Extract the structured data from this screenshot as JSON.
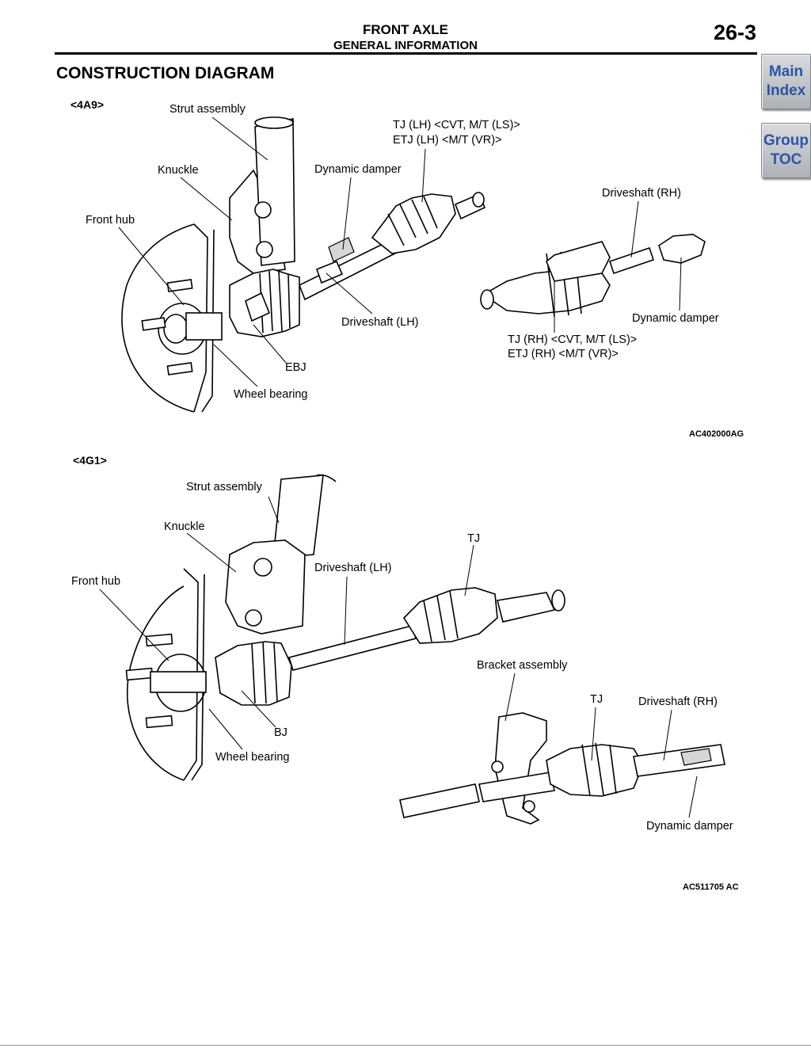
{
  "header": {
    "title": "FRONT AXLE",
    "subtitle": "GENERAL INFORMATION",
    "page_number": "26-3"
  },
  "nav": {
    "main_index": [
      "Main",
      "Index"
    ],
    "group_toc": [
      "Group",
      "TOC"
    ]
  },
  "section_title": "CONSTRUCTION DIAGRAM",
  "diagram_4a9": {
    "variant": "<4A9>",
    "labels": {
      "strut_assembly": "Strut assembly",
      "tj_lh_line1": "TJ (LH) <CVT, M/T (LS)>",
      "tj_lh_line2": "ETJ (LH) <M/T (VR)>",
      "knuckle": "Knuckle",
      "dynamic_damper_lh": "Dynamic damper",
      "driveshaft_rh": "Driveshaft (RH)",
      "front_hub": "Front hub",
      "driveshaft_lh": "Driveshaft (LH)",
      "dynamic_damper_rh": "Dynamic damper",
      "tj_rh_line1": "TJ (RH) <CVT, M/T (LS)>",
      "tj_rh_line2": "ETJ (RH) <M/T (VR)>",
      "ebj": "EBJ",
      "wheel_bearing": "Wheel bearing"
    },
    "code": "AC402000",
    "code_suffix": "AG"
  },
  "diagram_4g1": {
    "variant": "<4G1>",
    "labels": {
      "strut_assembly": "Strut assembly",
      "knuckle": "Knuckle",
      "tj_lh": "TJ",
      "front_hub": "Front hub",
      "driveshaft_lh": "Driveshaft (LH)",
      "bracket_assembly": "Bracket assembly",
      "tj_rh": "TJ",
      "driveshaft_rh": "Driveshaft (RH)",
      "bj": "BJ",
      "wheel_bearing": "Wheel bearing",
      "dynamic_damper": "Dynamic damper"
    },
    "code": "AC511705",
    "code_suffix": "AC"
  }
}
